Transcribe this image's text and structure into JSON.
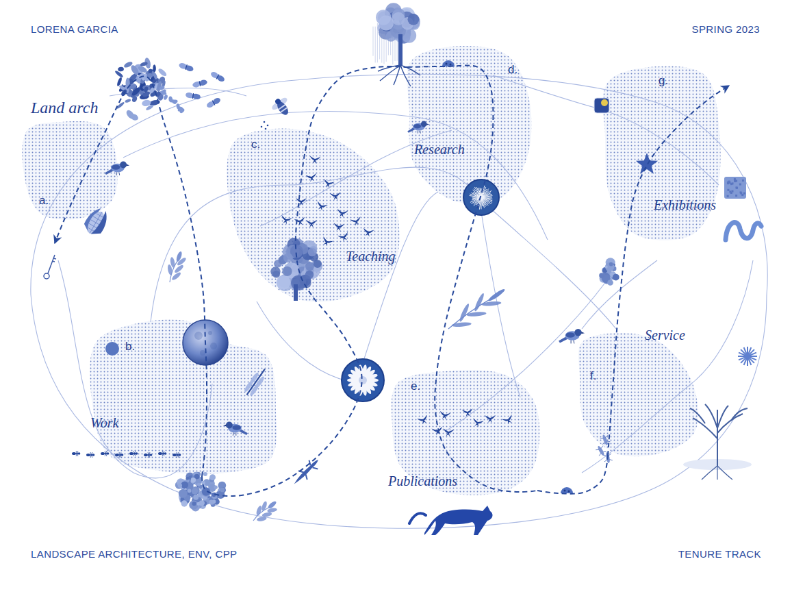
{
  "diagram": {
    "nodes": [
      {
        "text": [
          "Land arch",
          "a."
        ]
      },
      {
        "text": [
          "b.",
          "Work"
        ]
      },
      {
        "text": [
          "c.",
          "Teaching"
        ]
      },
      {
        "text": [
          "d.",
          "Research"
        ]
      },
      {
        "text": [
          "e.",
          "Publications"
        ]
      },
      {
        "text": [
          "Service",
          "f."
        ]
      },
      {
        "text": [
          "g.",
          "Exhibitions"
        ]
      }
    ],
    "edges": [
      {
        "from": 1,
        "to": 0,
        "arrow": "to"
      },
      {
        "from": 1,
        "to": 2,
        "arrow": "none"
      },
      {
        "from": 2,
        "to": 3,
        "arrow": "none"
      },
      {
        "from": 3,
        "to": 4,
        "arrow": "none"
      },
      {
        "from": 4,
        "to": 5,
        "arrow": "none"
      },
      {
        "from": 5,
        "to": 6,
        "arrow": "to"
      }
    ],
    "labels": [
      "LORENA GARCIA",
      "SPRING 2023",
      "LANDSCAPE ARCHITECTURE, ENV, CPP",
      "TENURE TRACK"
    ]
  }
}
